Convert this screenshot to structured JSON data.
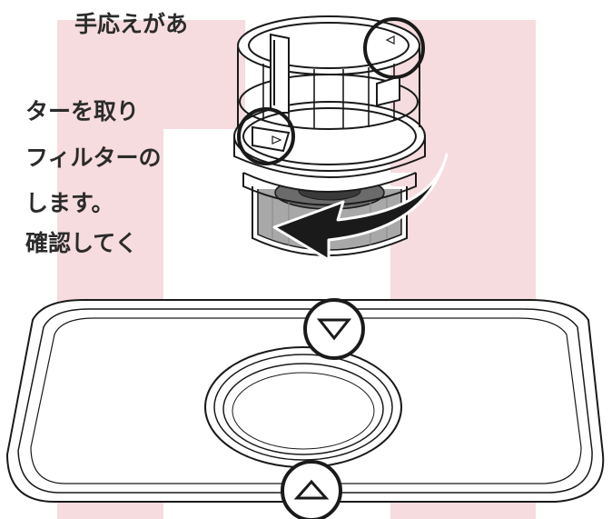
{
  "instructions": {
    "lines": [
      "手応えがあ",
      "ターを取り",
      "フィルターの",
      "します。",
      "確認してく"
    ]
  },
  "colors": {
    "watermark": "#f6dcdf",
    "line_art": "#1a1a1a",
    "filter_mesh": "#a8a8a8",
    "background": "#ffffff"
  },
  "icons": {
    "rotation_arrow": "curved-arrow-left",
    "alignment_marks": "triangle-in-circle"
  }
}
